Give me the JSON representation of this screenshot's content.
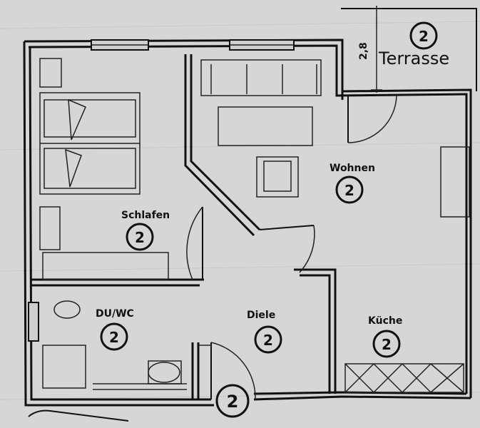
{
  "plan": {
    "rooms": [
      {
        "label": "Terrasse",
        "count": "2"
      },
      {
        "label": "Schlafen",
        "count": "2"
      },
      {
        "label": "Wohnen",
        "count": "2"
      },
      {
        "label": "DU/WC",
        "count": "2"
      },
      {
        "label": "Diele",
        "count": "2"
      },
      {
        "label": "Küche",
        "count": "2"
      }
    ],
    "entrance_count": "2",
    "terrace_dimension": "2,8"
  }
}
